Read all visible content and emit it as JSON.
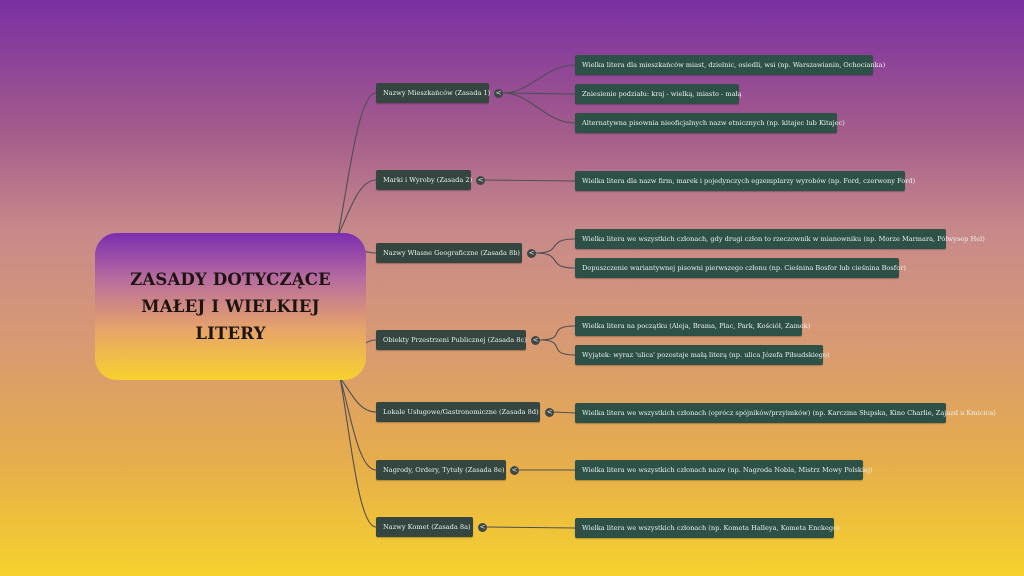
{
  "root": {
    "line1": "ZASADY DOTYCZĄCE",
    "line2": "MAŁEJ I WIELKIEJ LITERY"
  },
  "branches": [
    {
      "label": "Nazwy Mieszkańców (Zasada 1)",
      "children": [
        "Wielka litera dla mieszkańców miast, dzielnic, osiedli, wsi (np. Warszawianin, Ochocianka)",
        "Zniesienie podziału: kraj - wielką, miasto - małą",
        "Alternatywna pisownia nieoficjalnych nazw etnicznych (np. kitajec lub Kitajec)"
      ]
    },
    {
      "label": "Marki i Wyroby (Zasada 2)",
      "children": [
        "Wielka litera dla nazw firm, marek i pojedynczych egzemplarzy wyrobów (np. Ford, czerwony Ford)"
      ]
    },
    {
      "label": "Nazwy Własne Geograficzne (Zasada 8b)",
      "children": [
        "Wielka litera we wszystkich członach, gdy drugi człon to rzeczownik w mianowniku (np. Morze Marmara, Półwysep Hel)",
        "Dopuszczenie wariantywnej pisowni pierwszego członu (np. Cieśnina Bosfor lub cieśnina Bosfor)"
      ]
    },
    {
      "label": "Obiekty Przestrzeni Publicznej (Zasada 8c)",
      "children": [
        "Wielka litera na początku (Aleja, Brama, Plac, Park, Kościół, Zamek)",
        "Wyjątek: wyraz 'ulica' pozostaje małą literą (np. ulica Józefa Piłsudskiego)"
      ]
    },
    {
      "label": "Lokale Usługowe/Gastronomiczne (Zasada 8d)",
      "children": [
        "Wielka litera we wszystkich członach (oprócz spójników/przyimków) (np. Karczma Słupska, Kino Charlie, Zajazd u Kmicica)"
      ]
    },
    {
      "label": "Nagrody, Ordery, Tytuły (Zasada 8e)",
      "children": [
        "Wielka litera we wszystkich członach nazw (np. Nagroda Nobla, Mistrz Mowy Polskiej)"
      ]
    },
    {
      "label": "Nazwy Komet (Zasada 8a)",
      "children": [
        "Wielka litera we wszystkich członach (np. Kometa Halleya, Kometa Enckego)"
      ]
    }
  ],
  "collapse_glyph": "<",
  "colors": {
    "node_bg": "#2e5147",
    "line": "#4e4f55",
    "root_top": "#7b2db0",
    "root_bottom": "#f7d12e"
  }
}
